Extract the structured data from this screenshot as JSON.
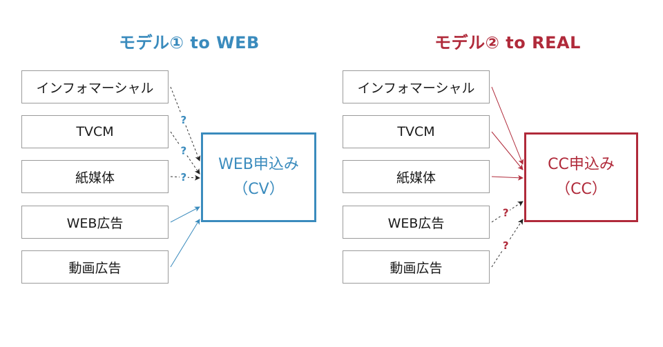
{
  "models": [
    {
      "title": "モデル① to WEB",
      "accent": "#3a8bbd",
      "sources": [
        "インフォマーシャル",
        "TVCM",
        "紙媒体",
        "WEB広告",
        "動画広告"
      ],
      "target": {
        "line1": "WEB申込み",
        "line2": "（CV）"
      },
      "links": [
        {
          "from": "インフォマーシャル",
          "style": "dashed-black",
          "label": "?"
        },
        {
          "from": "TVCM",
          "style": "dashed-black",
          "label": "?"
        },
        {
          "from": "紙媒体",
          "style": "dashed-black",
          "label": "?"
        },
        {
          "from": "WEB広告",
          "style": "solid-accent",
          "label": ""
        },
        {
          "from": "動画広告",
          "style": "solid-accent",
          "label": ""
        }
      ]
    },
    {
      "title": "モデル② to REAL",
      "accent": "#b02a3a",
      "sources": [
        "インフォマーシャル",
        "TVCM",
        "紙媒体",
        "WEB広告",
        "動画広告"
      ],
      "target": {
        "line1": "CC申込み",
        "line2": "（CC）"
      },
      "links": [
        {
          "from": "インフォマーシャル",
          "style": "solid-accent",
          "label": ""
        },
        {
          "from": "TVCM",
          "style": "solid-accent",
          "label": ""
        },
        {
          "from": "紙媒体",
          "style": "solid-accent",
          "label": ""
        },
        {
          "from": "WEB広告",
          "style": "dashed-black",
          "label": "?"
        },
        {
          "from": "動画広告",
          "style": "dashed-black",
          "label": "?"
        }
      ]
    }
  ]
}
